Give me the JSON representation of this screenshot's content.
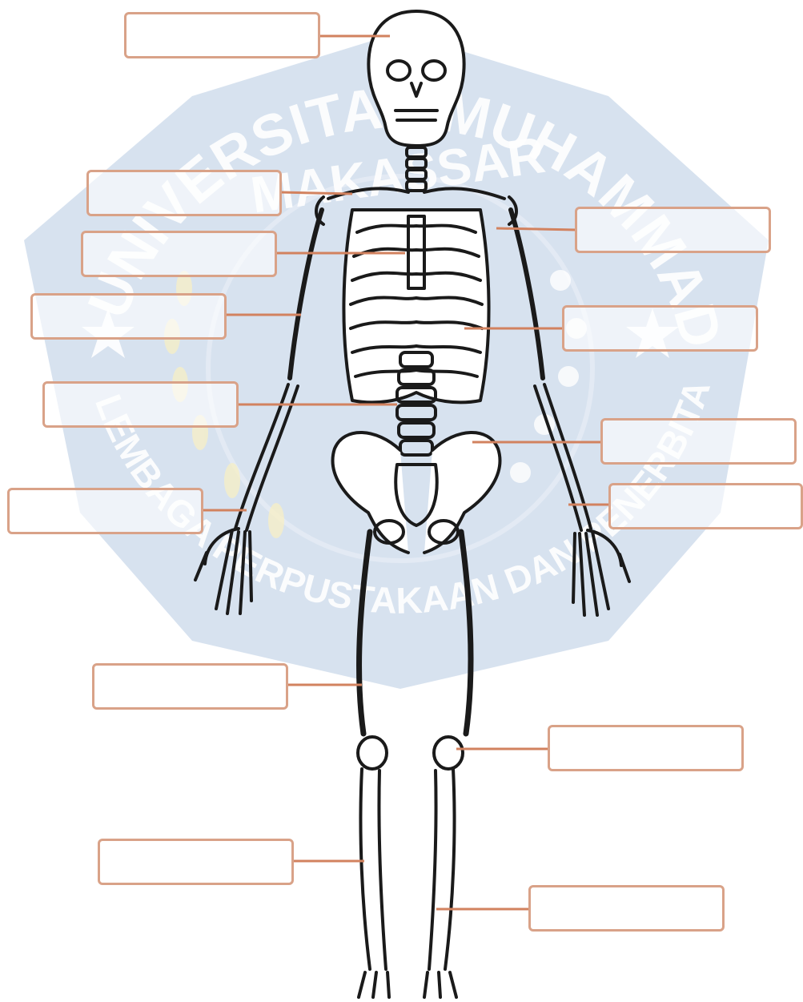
{
  "watermark": {
    "ring_text_top": "UNIVERSITAS MUHAMMADIYAH",
    "ring_text_bottom": "LEMBAGA PERPUSTAKAAN DAN PENERBITAN",
    "center_text": "MAKASSAR",
    "fill_color": "#c9d8ea",
    "text_color": "#ffffff"
  },
  "diagram": {
    "leader_color": "#d2825f",
    "box_border_color": "#d9a288",
    "bone_color": "#1a1a1a",
    "labels": [
      {
        "id": "skull",
        "text": ""
      },
      {
        "id": "clavicle",
        "text": ""
      },
      {
        "id": "sternum",
        "text": ""
      },
      {
        "id": "humerus",
        "text": ""
      },
      {
        "id": "spine",
        "text": ""
      },
      {
        "id": "radius",
        "text": ""
      },
      {
        "id": "femur",
        "text": ""
      },
      {
        "id": "fibula",
        "text": ""
      },
      {
        "id": "scapula",
        "text": ""
      },
      {
        "id": "ribs",
        "text": ""
      },
      {
        "id": "pelvis",
        "text": ""
      },
      {
        "id": "ulna",
        "text": ""
      },
      {
        "id": "patella",
        "text": ""
      },
      {
        "id": "tibia",
        "text": ""
      }
    ]
  }
}
